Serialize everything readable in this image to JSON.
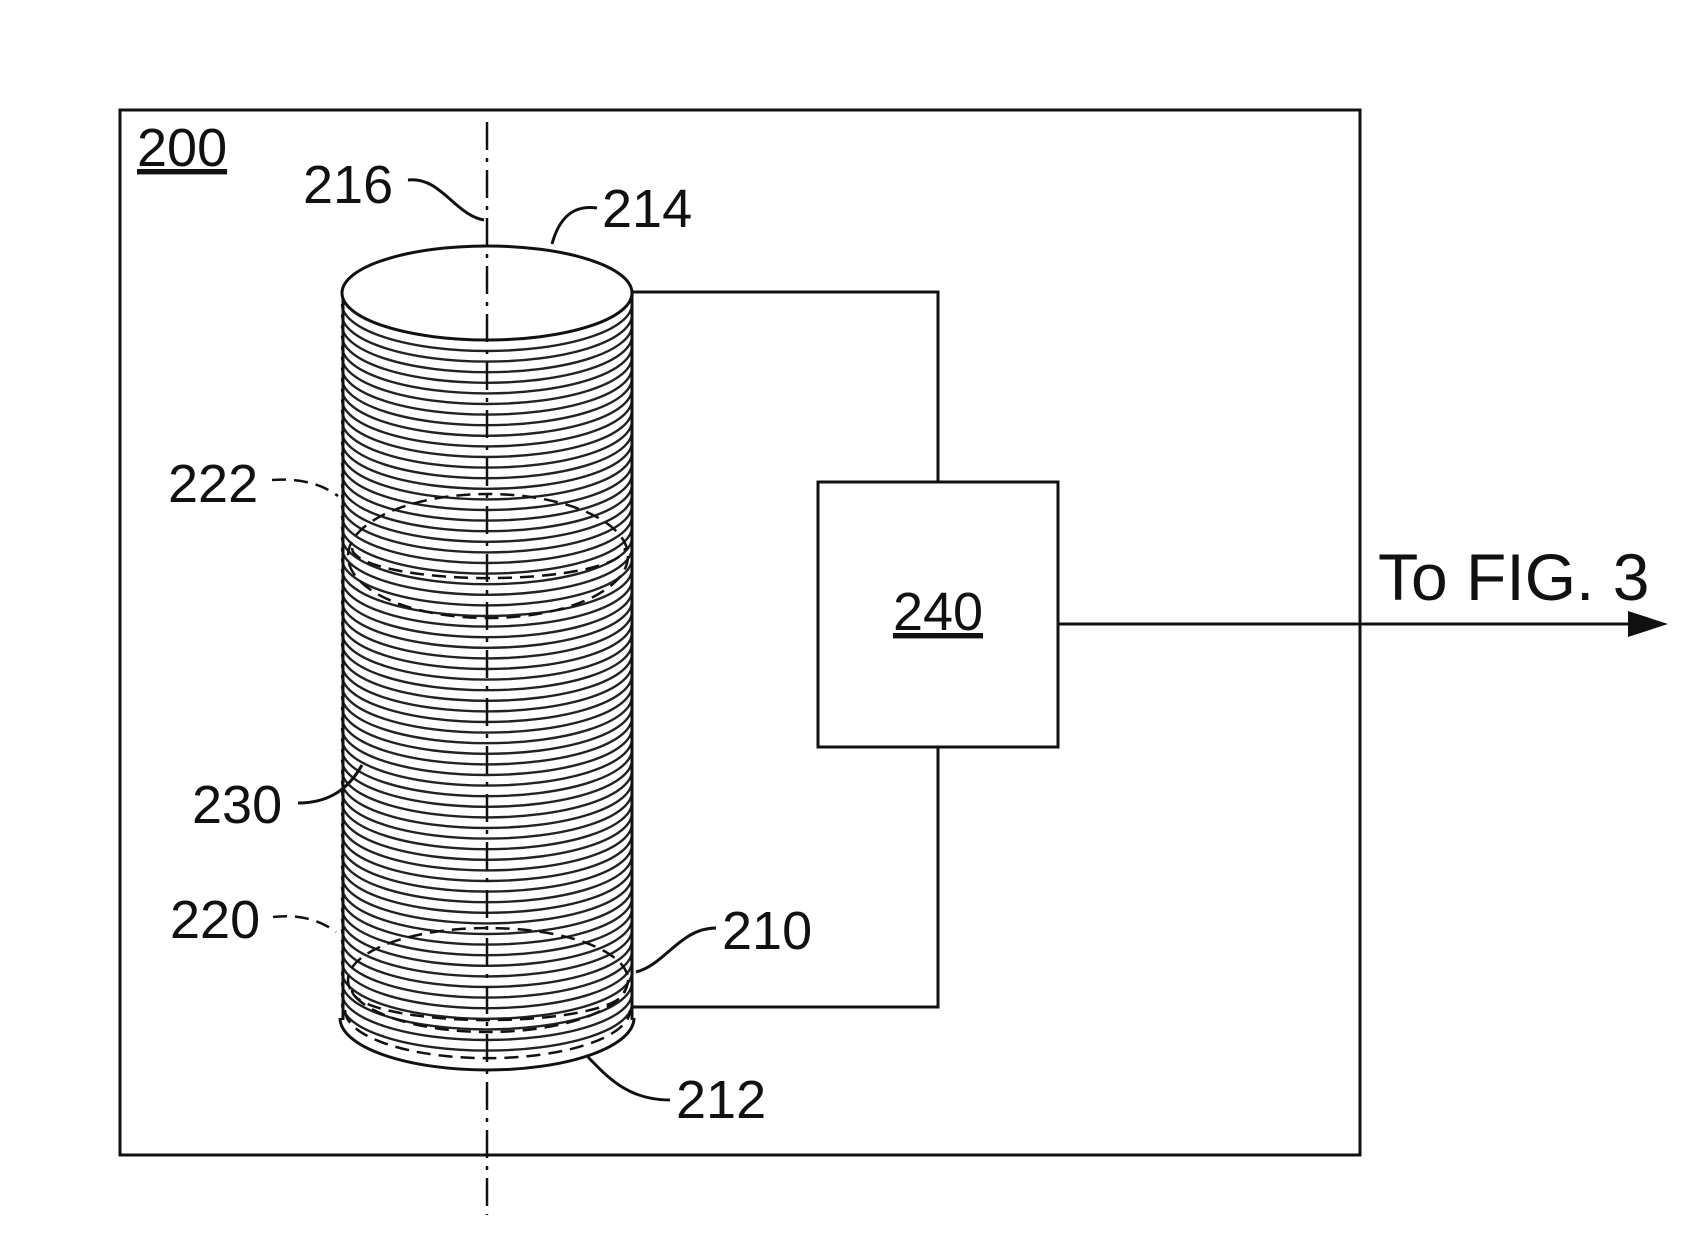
{
  "figure": {
    "system_label": "200",
    "axis_label": "216",
    "top_label": "214",
    "upper_dashed_label": "222",
    "coil_label": "230",
    "lower_dashed_label": "220",
    "coil_end_label": "210",
    "bottom_label": "212",
    "box_label": "240",
    "arrow_label": "To FIG. 3"
  }
}
